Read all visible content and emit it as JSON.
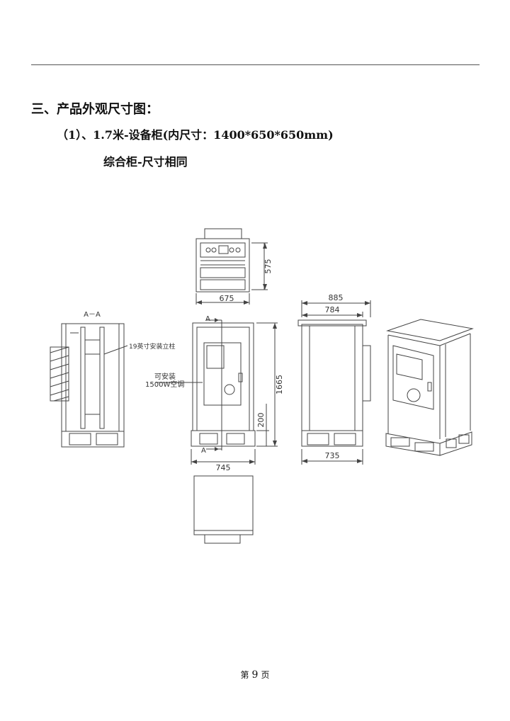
{
  "heading": {
    "section": "三、产品外观尺寸图：",
    "subsection": "（1）、1.7米-设备柜(内尺寸：1400*650*650mm)",
    "note": "综合柜-尺寸相同"
  },
  "drawing": {
    "section_label": "A－A",
    "rack_callout": "19英寸安装立柱",
    "aircon_callout_line1": "可安装",
    "aircon_callout_line2": "1500W空调",
    "section_marker_top": "A",
    "section_marker_bottom": "A",
    "dims": {
      "top_height": "575",
      "top_width": "675",
      "front_height": "1665",
      "base_height": "200",
      "front_width": "745",
      "side_total": "885",
      "side_body": "784",
      "side_base": "735"
    }
  },
  "footer": {
    "prefix": "第",
    "page": "9",
    "suffix": "页"
  }
}
